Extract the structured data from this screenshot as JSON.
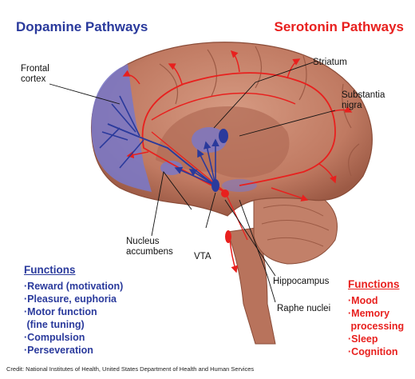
{
  "titles": {
    "dopamine": "Dopamine Pathways",
    "serotonin": "Serotonin Pathways"
  },
  "labels": {
    "frontal_cortex": "Frontal\ncortex",
    "striatum": "Striatum",
    "substantia_nigra": "Substantia\nnigra",
    "nucleus_accumbens": "Nucleus\naccumbens",
    "vta": "VTA",
    "hippocampus": "Hippocampus",
    "raphe_nuclei": "Raphe nuclei"
  },
  "dopamine_functions": {
    "heading": "Functions",
    "items": [
      "·Reward (motivation)",
      "·Pleasure, euphoria",
      "·Motor function",
      " (fine tuning)",
      "·Compulsion",
      "·Perseveration"
    ]
  },
  "serotonin_functions": {
    "heading": "Functions",
    "items": [
      "·Mood",
      "·Memory",
      " processing",
      "·Sleep",
      "·Cognition"
    ]
  },
  "credit": "Credit: National Institutes of Health, United States Department of Health and Human Services",
  "colors": {
    "dopamine": "#2a3a9c",
    "serotonin": "#e8201e",
    "brain": "#c7836c",
    "brain_dark": "#9c5a45",
    "dopamine_region": "#7b78c4"
  }
}
